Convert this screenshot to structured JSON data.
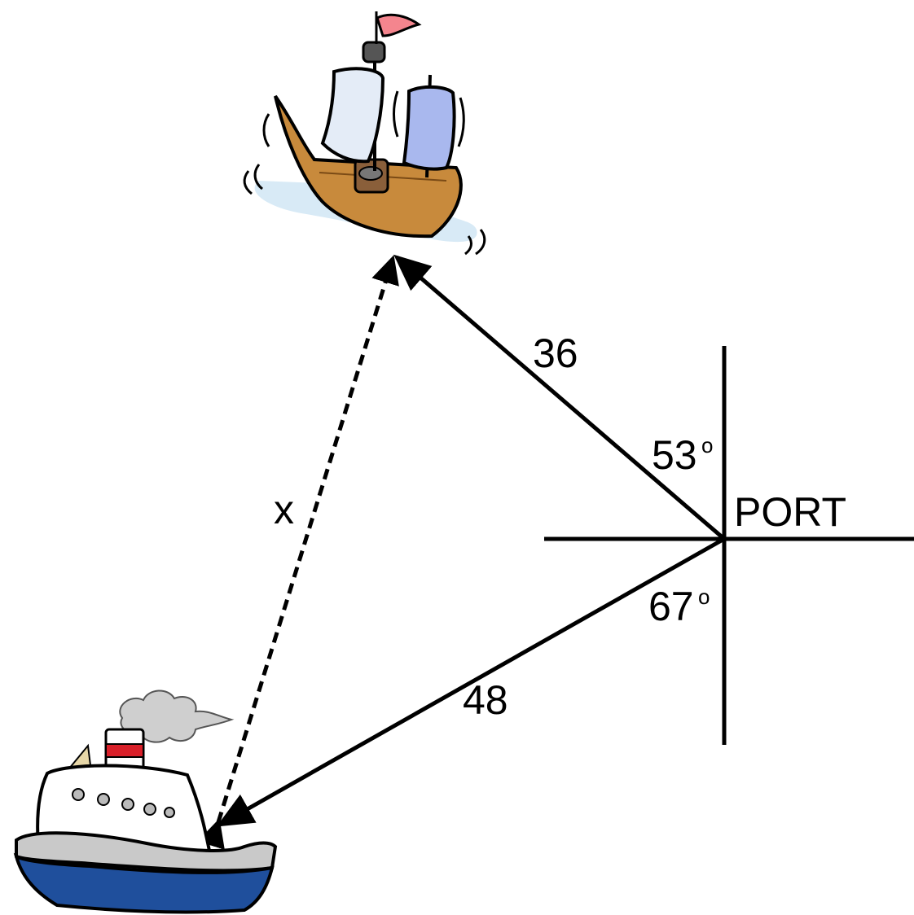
{
  "diagram": {
    "port_label": "PORT",
    "distance_to_sailboat": "36",
    "distance_to_steamship": "48",
    "unknown_distance": "x",
    "bearing_sailboat": {
      "value": "53",
      "unit": "o"
    },
    "bearing_steamship": {
      "value": "67",
      "unit": "o"
    }
  },
  "icons": {
    "sailboat": "sailing-ship-icon",
    "steamship": "steamship-icon"
  },
  "colors": {
    "line": "#000000",
    "sail_light": "#e4ecf7",
    "sail_blue": "#a9b8ee",
    "hull_wood": "#c88a3c",
    "flag": "#f4858e",
    "water": "#d8eaf6",
    "ship_hull_blue": "#1f4f9c",
    "ship_white": "#ffffff",
    "funnel_red": "#d9202a",
    "smoke": "#cfcfcf"
  }
}
